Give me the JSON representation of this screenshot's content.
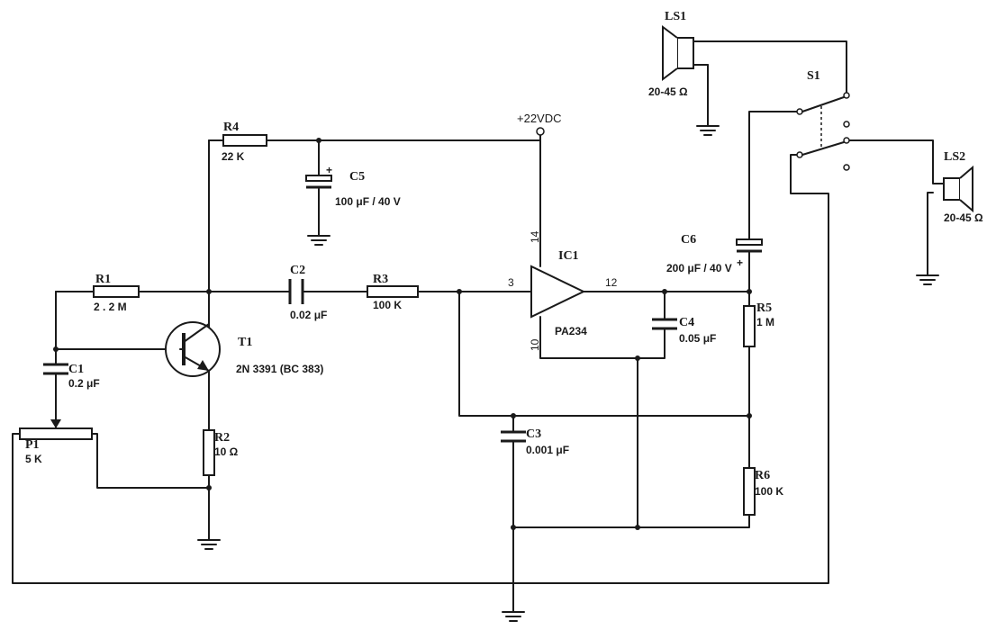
{
  "components": {
    "r1": {
      "ref": "R1",
      "value": "2 . 2 M"
    },
    "r2": {
      "ref": "R2",
      "value": "10 Ω"
    },
    "r3": {
      "ref": "R3",
      "value": "100 K"
    },
    "r4": {
      "ref": "R4",
      "value": "22 K"
    },
    "r5": {
      "ref": "R5",
      "value": "1 M"
    },
    "r6": {
      "ref": "R6",
      "value": "100 K"
    },
    "c1": {
      "ref": "C1",
      "value": "0.2 μF"
    },
    "c2": {
      "ref": "C2",
      "value": "0.02 μF"
    },
    "c3": {
      "ref": "C3",
      "value": "0.001 μF"
    },
    "c4": {
      "ref": "C4",
      "value": "0.05 μF"
    },
    "c5": {
      "ref": "C5",
      "value": "100 μF / 40 V"
    },
    "c6": {
      "ref": "C6",
      "value": "200 μF / 40 V"
    },
    "p1": {
      "ref": "P1",
      "value": "5 K"
    },
    "t1": {
      "ref": "T1",
      "value": "2N 3391 (BC 383)"
    },
    "ic1": {
      "ref": "IC1",
      "value": "PA234",
      "pins": {
        "in": "3",
        "out": "12",
        "vcc": "14",
        "gnd": "10"
      }
    },
    "ls1": {
      "ref": "LS1",
      "value": "20-45 Ω"
    },
    "ls2": {
      "ref": "LS2",
      "value": "20-45 Ω"
    },
    "s1": {
      "ref": "S1"
    }
  },
  "supply": {
    "label": "+22VDC"
  },
  "polarity": {
    "plus": "+"
  }
}
